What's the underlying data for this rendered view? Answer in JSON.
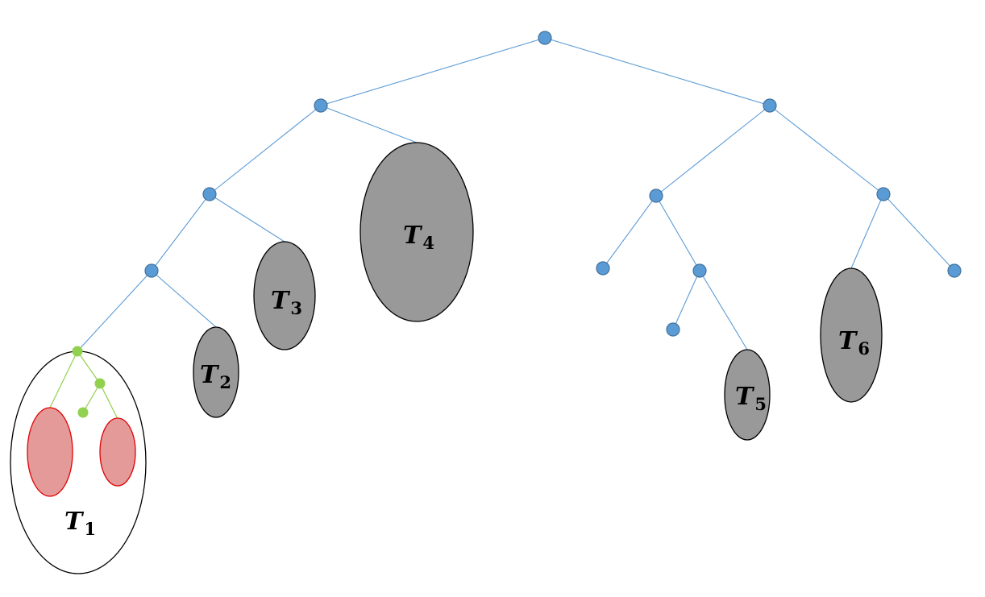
{
  "colors": {
    "tree_edge": "#5b9bd5",
    "tree_node_fill": "#5b9bd5",
    "tree_node_stroke": "#41719c",
    "inner_edge": "#92d050",
    "inner_node": "#92d050",
    "subtree_fill": "#999999",
    "subtree_stroke": "#000000",
    "red_fill": "#e59a9a",
    "red_stroke": "#e00000",
    "outline_fill": "#ffffff",
    "label": "#000000"
  },
  "labels": {
    "t1": {
      "main": "T",
      "sub": "1"
    },
    "t2": {
      "main": "T",
      "sub": "2"
    },
    "t3": {
      "main": "T",
      "sub": "3"
    },
    "t4": {
      "main": "T",
      "sub": "4"
    },
    "t5": {
      "main": "T",
      "sub": "5"
    },
    "t6": {
      "main": "T",
      "sub": "6"
    }
  }
}
